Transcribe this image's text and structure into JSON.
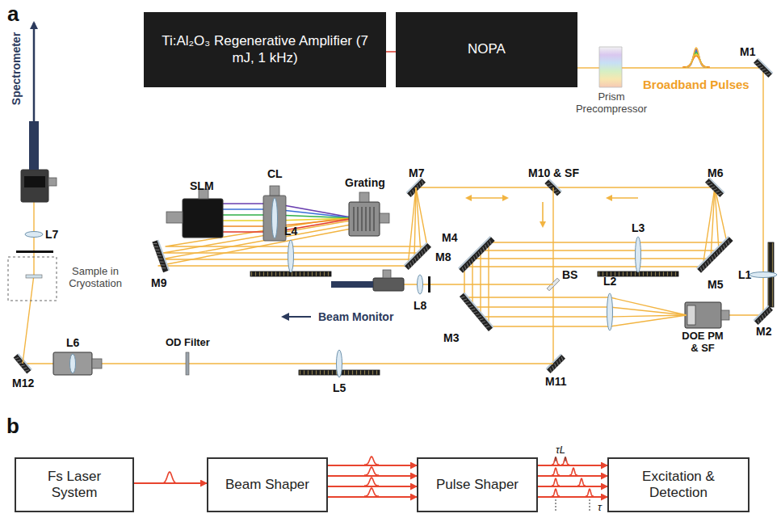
{
  "diagram": {
    "nodes": [
      {
        "text": [
          "Ti:Al₂O₃ Regenerative Amplifier (7 mJ, 1 kHz)"
        ]
      },
      {
        "text": [
          "NOPA"
        ]
      },
      {
        "text": [
          "Fs Laser System"
        ]
      },
      {
        "text": [
          "Beam Shaper"
        ]
      },
      {
        "text": [
          "Pulse Shaper"
        ]
      },
      {
        "text": [
          "Excitation & Detection"
        ]
      }
    ],
    "edges": [
      {
        "from": 0,
        "to": 1,
        "arrow": "none"
      },
      {
        "from": 2,
        "to": 3,
        "arrow": "to"
      },
      {
        "from": 3,
        "to": 4,
        "arrow": "to"
      },
      {
        "from": 3,
        "to": 4,
        "arrow": "to"
      },
      {
        "from": 3,
        "to": 4,
        "arrow": "to"
      },
      {
        "from": 3,
        "to": 4,
        "arrow": "to"
      },
      {
        "from": 4,
        "to": 5,
        "arrow": "to"
      },
      {
        "from": 4,
        "to": 5,
        "arrow": "to"
      },
      {
        "from": 4,
        "to": 5,
        "arrow": "to"
      },
      {
        "from": 4,
        "to": 5,
        "arrow": "to"
      }
    ],
    "labels": [
      "a",
      "Spectrometer",
      "Prism Precompressor",
      "Broadband Pulses",
      "M1",
      "L1",
      "M2",
      "DOE PM & SF",
      "L2",
      "M3",
      "M4",
      "L3",
      "M5",
      "M6",
      "M10 & SF",
      "M7",
      "M8",
      "L4",
      "M9",
      "SLM",
      "CL",
      "Grating",
      "L8",
      "BS",
      "Beam Monitor",
      "M11",
      "L5",
      "OD Filter",
      "L6",
      "M12",
      "Sample in Cryostation",
      "L7",
      "b",
      "τL",
      "τ"
    ]
  }
}
